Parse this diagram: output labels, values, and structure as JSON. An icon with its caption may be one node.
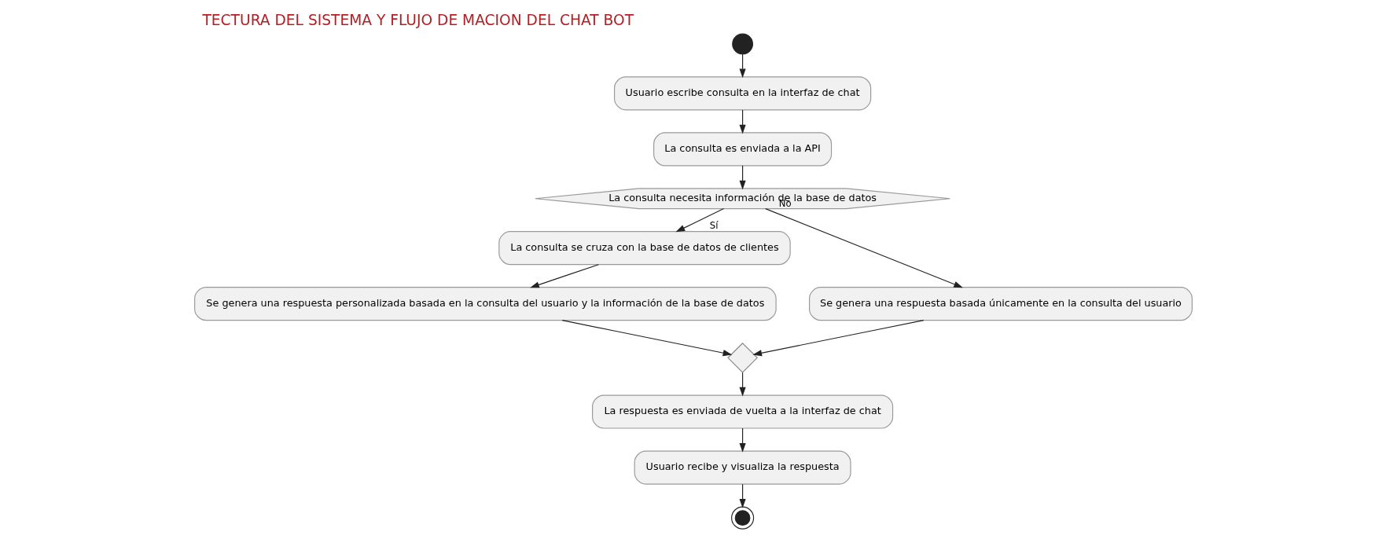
{
  "diagram": {
    "title": "TECTURA DEL SISTEMA Y FLUJO DE MACION DEL CHAT BOT",
    "nodes": [
      {
        "text": [],
        "shape": "circle"
      },
      {
        "text": [
          "Usuario escribe consulta en la interfaz de chat"
        ]
      },
      {
        "text": [
          "La consulta es enviada a la API"
        ]
      },
      {
        "text": [
          "La consulta necesita información de la base de datos"
        ]
      },
      {
        "text": [
          "La consulta se cruza con la base de datos de clientes"
        ]
      },
      {
        "text": [
          "Se genera una respuesta personalizada basada en la consulta del usuario y la información de la base de datos"
        ]
      },
      {
        "text": [
          "Se genera una respuesta basada únicamente en la consulta del usuario"
        ]
      },
      {
        "text": [],
        "shape": "diamond"
      },
      {
        "text": [
          "La respuesta es enviada de vuelta a la interfaz de chat"
        ]
      },
      {
        "text": [
          "Usuario recibe y visualiza la respuesta"
        ]
      },
      {
        "text": [],
        "shape": "circle"
      }
    ],
    "edges": [
      {
        "from": 0,
        "to": 1,
        "arrow": "to"
      },
      {
        "from": 1,
        "to": 2,
        "arrow": "to"
      },
      {
        "from": 2,
        "to": 3,
        "arrow": "to"
      },
      {
        "from": 3,
        "to": 4,
        "arrow": "to",
        "label": "Sí"
      },
      {
        "from": 3,
        "to": 6,
        "arrow": "to",
        "label": "No"
      },
      {
        "from": 4,
        "to": 5,
        "arrow": "to"
      },
      {
        "from": 5,
        "to": 7,
        "arrow": "to"
      },
      {
        "from": 6,
        "to": 7,
        "arrow": "to"
      },
      {
        "from": 7,
        "to": 8,
        "arrow": "to"
      },
      {
        "from": 8,
        "to": 9,
        "arrow": "to"
      },
      {
        "from": 9,
        "to": 10,
        "arrow": "to"
      }
    ]
  }
}
